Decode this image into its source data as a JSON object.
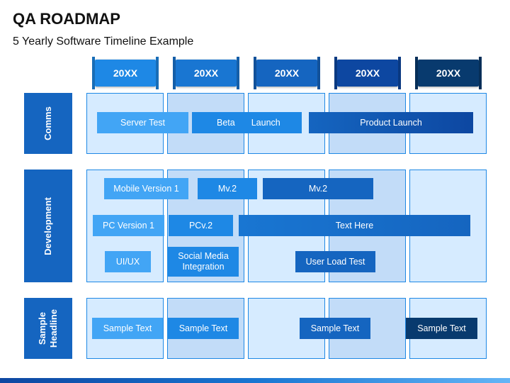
{
  "title": "QA ROADMAP",
  "subtitle": "5 Yearly Software Timeline Example",
  "years": [
    "20XX",
    "20XX",
    "20XX",
    "20XX",
    "20XX"
  ],
  "year_colors": [
    "#1e88e5",
    "#1976d2",
    "#1565c0",
    "#0d47a1",
    "#083a6e"
  ],
  "rows": [
    {
      "label": "Comms"
    },
    {
      "label": "Development"
    },
    {
      "label_line1": "Sample",
      "label_line2": "Headline"
    }
  ],
  "comms_bars": [
    "Server Test",
    "Beta",
    "Launch",
    "Product Launch"
  ],
  "dev_bars": [
    "Mobile Version 1",
    "Mv.2",
    "Mv.2",
    "PC Version 1",
    "PCv.2",
    "Text Here",
    "UI/UX",
    "Social Media Integration",
    "User Load Test"
  ],
  "sample_bars": [
    "Sample Text",
    "Sample Text",
    "Sample Text",
    "Sample Text"
  ],
  "colors": {
    "light_blue": "#42a5f5",
    "mid_blue": "#1e88e5",
    "blue": "#1976d2",
    "dark_blue": "#1565c0",
    "navy": "#083a6e"
  }
}
